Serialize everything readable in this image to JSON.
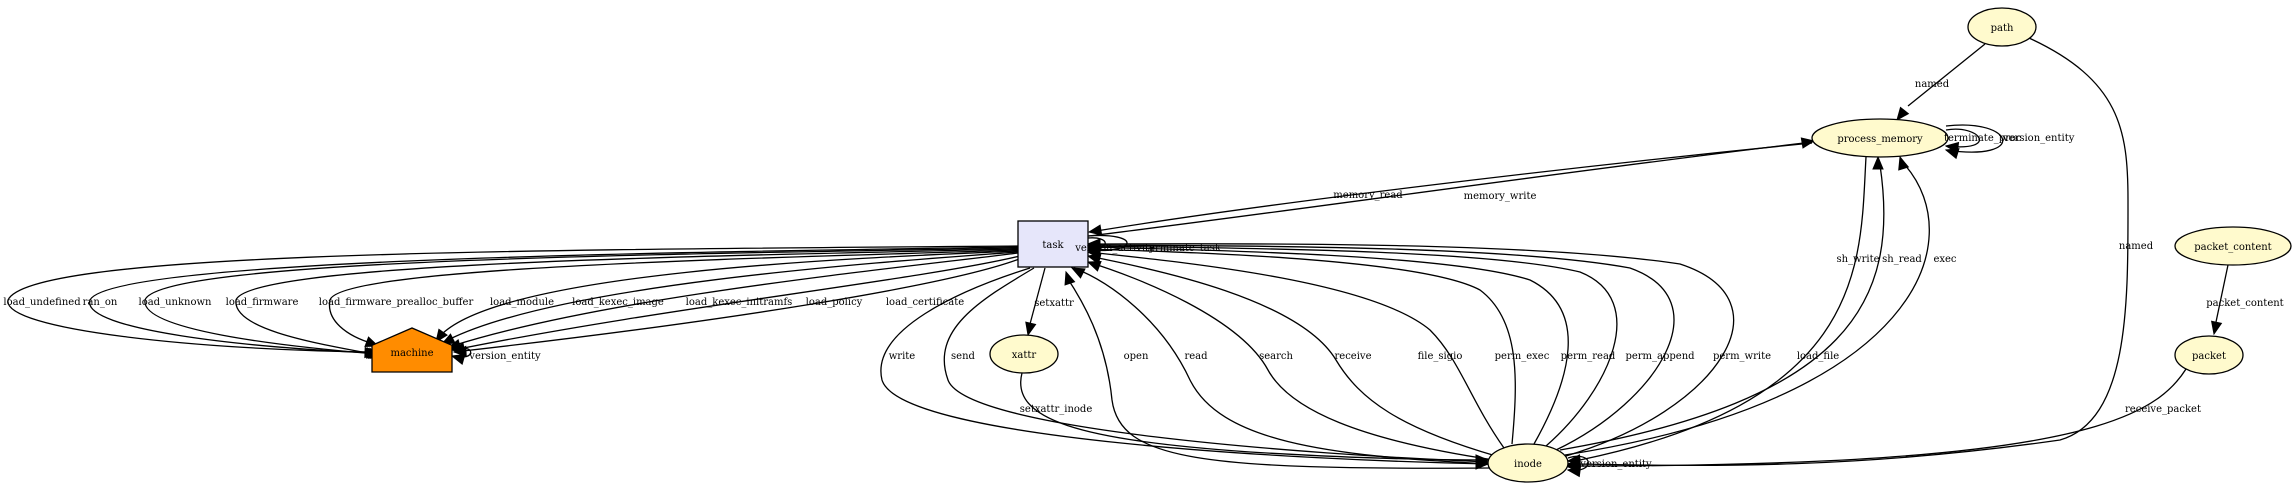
{
  "diagram": {
    "nodes": [
      {
        "id": "path",
        "label": "path",
        "shape": "ellipse",
        "fill": "#fffacd"
      },
      {
        "id": "process_memory",
        "label": "process_memory",
        "shape": "ellipse",
        "fill": "#fffacd"
      },
      {
        "id": "task",
        "label": "task",
        "shape": "box",
        "fill": "#e6e6fa"
      },
      {
        "id": "machine",
        "label": "machine",
        "shape": "house",
        "fill": "#ff8c00"
      },
      {
        "id": "xattr",
        "label": "xattr",
        "shape": "ellipse",
        "fill": "#fffacd"
      },
      {
        "id": "inode",
        "label": "inode",
        "shape": "ellipse",
        "fill": "#fffacd"
      },
      {
        "id": "packet_content",
        "label": "packet_content",
        "shape": "ellipse",
        "fill": "#fffacd"
      },
      {
        "id": "packet",
        "label": "packet",
        "shape": "ellipse",
        "fill": "#fffacd"
      }
    ],
    "edges": [
      {
        "from": "path",
        "to": "process_memory",
        "label": "named"
      },
      {
        "from": "path",
        "to": "inode",
        "label": "named"
      },
      {
        "from": "process_memory",
        "to": "process_memory",
        "label": "terminate_proc"
      },
      {
        "from": "process_memory",
        "to": "process_memory",
        "label": "version_entity"
      },
      {
        "from": "process_memory",
        "to": "task",
        "label": "memory_read"
      },
      {
        "from": "task",
        "to": "process_memory",
        "label": "memory_write"
      },
      {
        "from": "task",
        "to": "task",
        "label": "version_activity"
      },
      {
        "from": "task",
        "to": "task",
        "label": "terminate_task"
      },
      {
        "from": "task",
        "to": "machine",
        "label": "load_undefined"
      },
      {
        "from": "task",
        "to": "machine",
        "label": "ran_on"
      },
      {
        "from": "task",
        "to": "machine",
        "label": "load_unknown"
      },
      {
        "from": "task",
        "to": "machine",
        "label": "load_firmware"
      },
      {
        "from": "task",
        "to": "machine",
        "label": "load_firmware_prealloc_buffer"
      },
      {
        "from": "task",
        "to": "machine",
        "label": "load_module"
      },
      {
        "from": "task",
        "to": "machine",
        "label": "load_kexec_image"
      },
      {
        "from": "task",
        "to": "machine",
        "label": "load_kexec_initramfs"
      },
      {
        "from": "task",
        "to": "machine",
        "label": "load_policy"
      },
      {
        "from": "task",
        "to": "machine",
        "label": "load_certificate"
      },
      {
        "from": "machine",
        "to": "machine",
        "label": "version_entity"
      },
      {
        "from": "task",
        "to": "xattr",
        "label": "setxattr"
      },
      {
        "from": "task",
        "to": "inode",
        "label": "write"
      },
      {
        "from": "task",
        "to": "inode",
        "label": "send"
      },
      {
        "from": "xattr",
        "to": "inode",
        "label": "setxattr_inode"
      },
      {
        "from": "inode",
        "to": "task",
        "label": "open"
      },
      {
        "from": "inode",
        "to": "task",
        "label": "read"
      },
      {
        "from": "inode",
        "to": "task",
        "label": "search"
      },
      {
        "from": "inode",
        "to": "task",
        "label": "receive"
      },
      {
        "from": "inode",
        "to": "task",
        "label": "file_sigio"
      },
      {
        "from": "inode",
        "to": "task",
        "label": "perm_exec"
      },
      {
        "from": "inode",
        "to": "task",
        "label": "perm_read"
      },
      {
        "from": "inode",
        "to": "task",
        "label": "perm_append"
      },
      {
        "from": "inode",
        "to": "task",
        "label": "perm_write"
      },
      {
        "from": "inode",
        "to": "task",
        "label": "load_file"
      },
      {
        "from": "process_memory",
        "to": "inode",
        "label": "sh_write"
      },
      {
        "from": "inode",
        "to": "process_memory",
        "label": "sh_read"
      },
      {
        "from": "inode",
        "to": "process_memory",
        "label": "exec"
      },
      {
        "from": "inode",
        "to": "inode",
        "label": "version_entity"
      },
      {
        "from": "packet_content",
        "to": "packet",
        "label": "packet_content"
      },
      {
        "from": "packet",
        "to": "inode",
        "label": "receive_packet"
      }
    ]
  }
}
